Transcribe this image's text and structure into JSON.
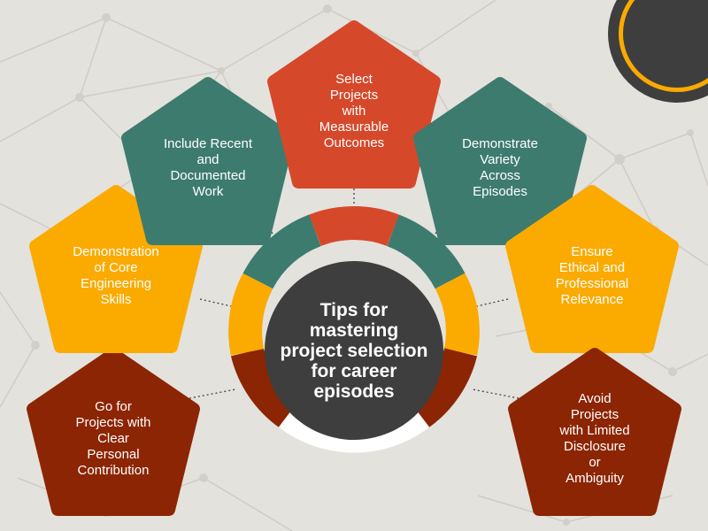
{
  "center": {
    "title": "Tips for\nmastering\nproject selection\nfor career\nepisodes"
  },
  "tips": [
    {
      "label": "Go for\nProjects with\nClear\nPersonal\nContribution",
      "color": "#8c2504"
    },
    {
      "label": "Demonstration\nof Core\nEngineering\nSkills",
      "color": "#fbaa00"
    },
    {
      "label": "Include Recent\nand\nDocumented\nWork",
      "color": "#3d7b6e"
    },
    {
      "label": "Select\nProjects\nwith\nMeasurable\nOutcomes",
      "color": "#d6482a"
    },
    {
      "label": "Demonstrate\nVariety\nAcross\nEpisodes",
      "color": "#3d7b6e"
    },
    {
      "label": "Ensure\nEthical and\nProfessional\nRelevance",
      "color": "#fbaa00"
    },
    {
      "label": "Avoid\nProjects\nwith Limited\nDisclosure\nor\nAmbiguity",
      "color": "#8c2504"
    }
  ],
  "colors": {
    "background": "#e4e2dd",
    "center_circle": "#3e3e3e",
    "ring_white": "#ffffff",
    "corner_accent": "#fbaa00",
    "corner_dark": "#3e3e3e"
  },
  "icons": [
    "network-background-graphic",
    "corner-circle-icon"
  ]
}
